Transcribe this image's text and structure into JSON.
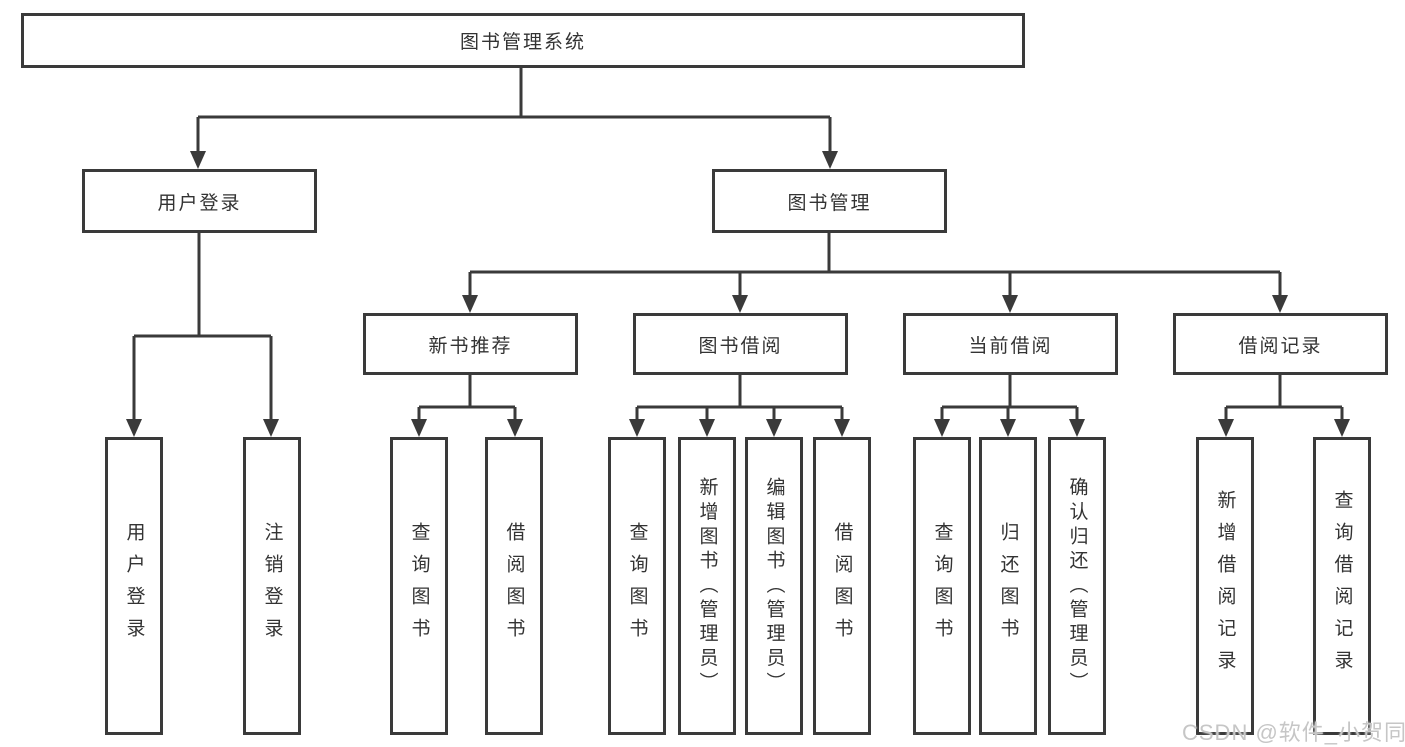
{
  "tree": {
    "root": "图书管理系统",
    "user_login": {
      "label": "用户登录",
      "children": {
        "login": "用户登录",
        "logout": "注销登录"
      }
    },
    "book_mgmt": {
      "label": "图书管理",
      "children": {
        "new_book_rec": {
          "label": "新书推荐",
          "children": {
            "query_books": "查询图书",
            "borrow_books": "借阅图书"
          }
        },
        "book_borrow": {
          "label": "图书借阅",
          "children": {
            "query_books": "查询图书",
            "add_books": "新增图书（管理员）",
            "edit_books": "编辑图书（管理员）",
            "borrow_books": "借阅图书"
          }
        },
        "current_borrow": {
          "label": "当前借阅",
          "children": {
            "query_books": "查询图书",
            "return_books": "归还图书",
            "confirm_return": "确认归还（管理员）"
          }
        },
        "borrow_records": {
          "label": "借阅记录",
          "children": {
            "add_record": "新增借阅记录",
            "query_record": "查询借阅记录"
          }
        }
      }
    }
  },
  "watermark": "CSDN @软件_小贺同学",
  "colors": {
    "line": "#3a3a3a",
    "box_border": "#3a3a3a",
    "box_fill": "#ffffff",
    "text": "#333333",
    "watermark": "#c6c6c6",
    "background": "#ffffff"
  }
}
